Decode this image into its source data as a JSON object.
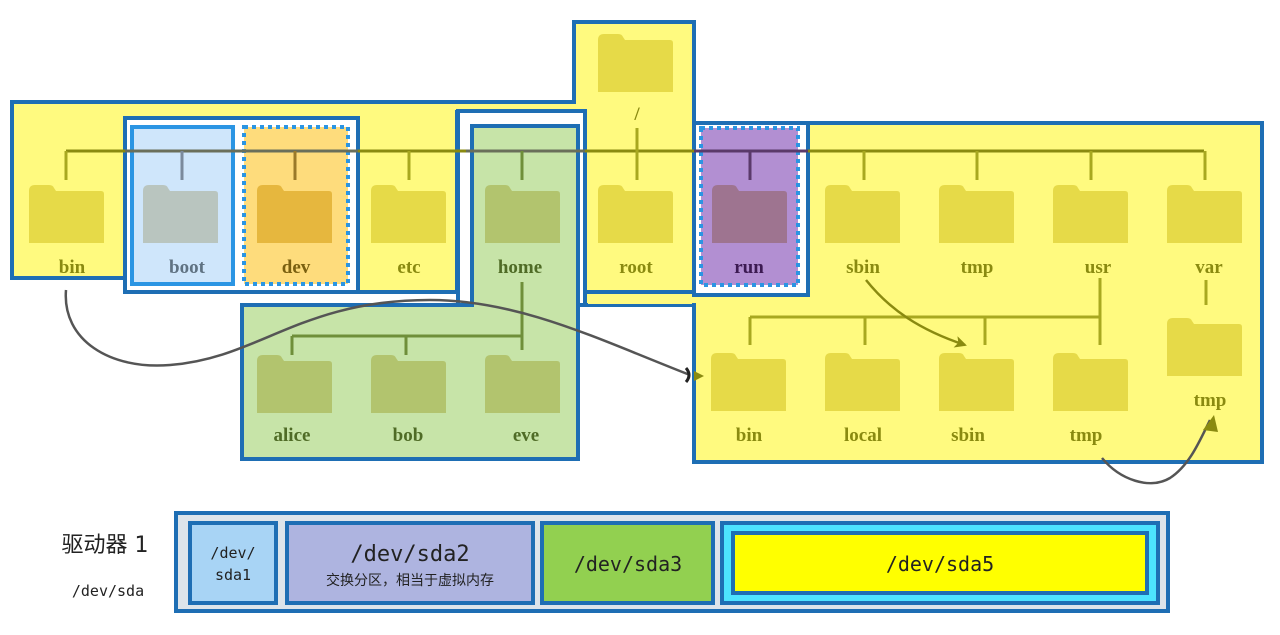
{
  "diagram": {
    "title": "Linux filesystem hierarchy mapped to disk partitions",
    "root": {
      "label": "/"
    },
    "top_level_dirs": [
      {
        "id": "bin",
        "label": "bin",
        "partition": "sda5"
      },
      {
        "id": "boot",
        "label": "boot",
        "partition": "sda1"
      },
      {
        "id": "dev",
        "label": "dev",
        "partition": "virtual"
      },
      {
        "id": "etc",
        "label": "etc",
        "partition": "sda5"
      },
      {
        "id": "home",
        "label": "home",
        "partition": "sda3"
      },
      {
        "id": "root",
        "label": "root",
        "partition": "sda5"
      },
      {
        "id": "run",
        "label": "run",
        "partition": "virtual"
      },
      {
        "id": "sbin",
        "label": "sbin",
        "partition": "sda5"
      },
      {
        "id": "tmp",
        "label": "tmp",
        "partition": "sda5"
      },
      {
        "id": "usr",
        "label": "usr",
        "partition": "sda5"
      },
      {
        "id": "var",
        "label": "var",
        "partition": "sda5"
      }
    ],
    "home_children": [
      {
        "label": "alice"
      },
      {
        "label": "bob"
      },
      {
        "label": "eve"
      }
    ],
    "usr_children": [
      {
        "label": "bin"
      },
      {
        "label": "local"
      },
      {
        "label": "sbin"
      },
      {
        "label": "tmp"
      }
    ],
    "var_children": [
      {
        "label": "tmp"
      }
    ],
    "links": [
      {
        "from": "/bin",
        "to": "/usr/bin"
      },
      {
        "from": "/sbin",
        "to": "/usr/sbin"
      },
      {
        "from": "/usr/tmp",
        "to": "/var/tmp"
      }
    ]
  },
  "drive": {
    "name": "驱动器 1",
    "device": "/dev/sda",
    "partitions": [
      {
        "id": "sda1",
        "line1": "/dev/",
        "line2": "sda1",
        "color": "#a8d4f5"
      },
      {
        "id": "sda2",
        "label": "/dev/sda2",
        "note": "交换分区，相当于虚拟内存",
        "color": "#aeb4e0"
      },
      {
        "id": "sda3",
        "label": "/dev/sda3",
        "color": "#92d050"
      },
      {
        "id": "sda5",
        "label": "/dev/sda5",
        "color": "#ffff00",
        "container_color": "#4de3ff"
      }
    ]
  },
  "colors": {
    "region_sda5": "#fffa7f",
    "region_sda1": "#cfe6fb",
    "region_dev": "#fedc7c",
    "region_home": "#c7e4a8",
    "region_run": "#b28fd2",
    "border_blue": "#1e6eb4",
    "border_light_blue": "#2b95e3",
    "folder_yellow": "#e6da48",
    "folder_gray": "#b9c5bf",
    "folder_orange": "#e6b73e",
    "folder_green": "#b2c46e",
    "folder_purple": "#9e7490",
    "label_olive": "#8a8a10",
    "label_green": "#4f6b26",
    "label_gray": "#5f7282",
    "label_purple": "#3c1a52"
  }
}
